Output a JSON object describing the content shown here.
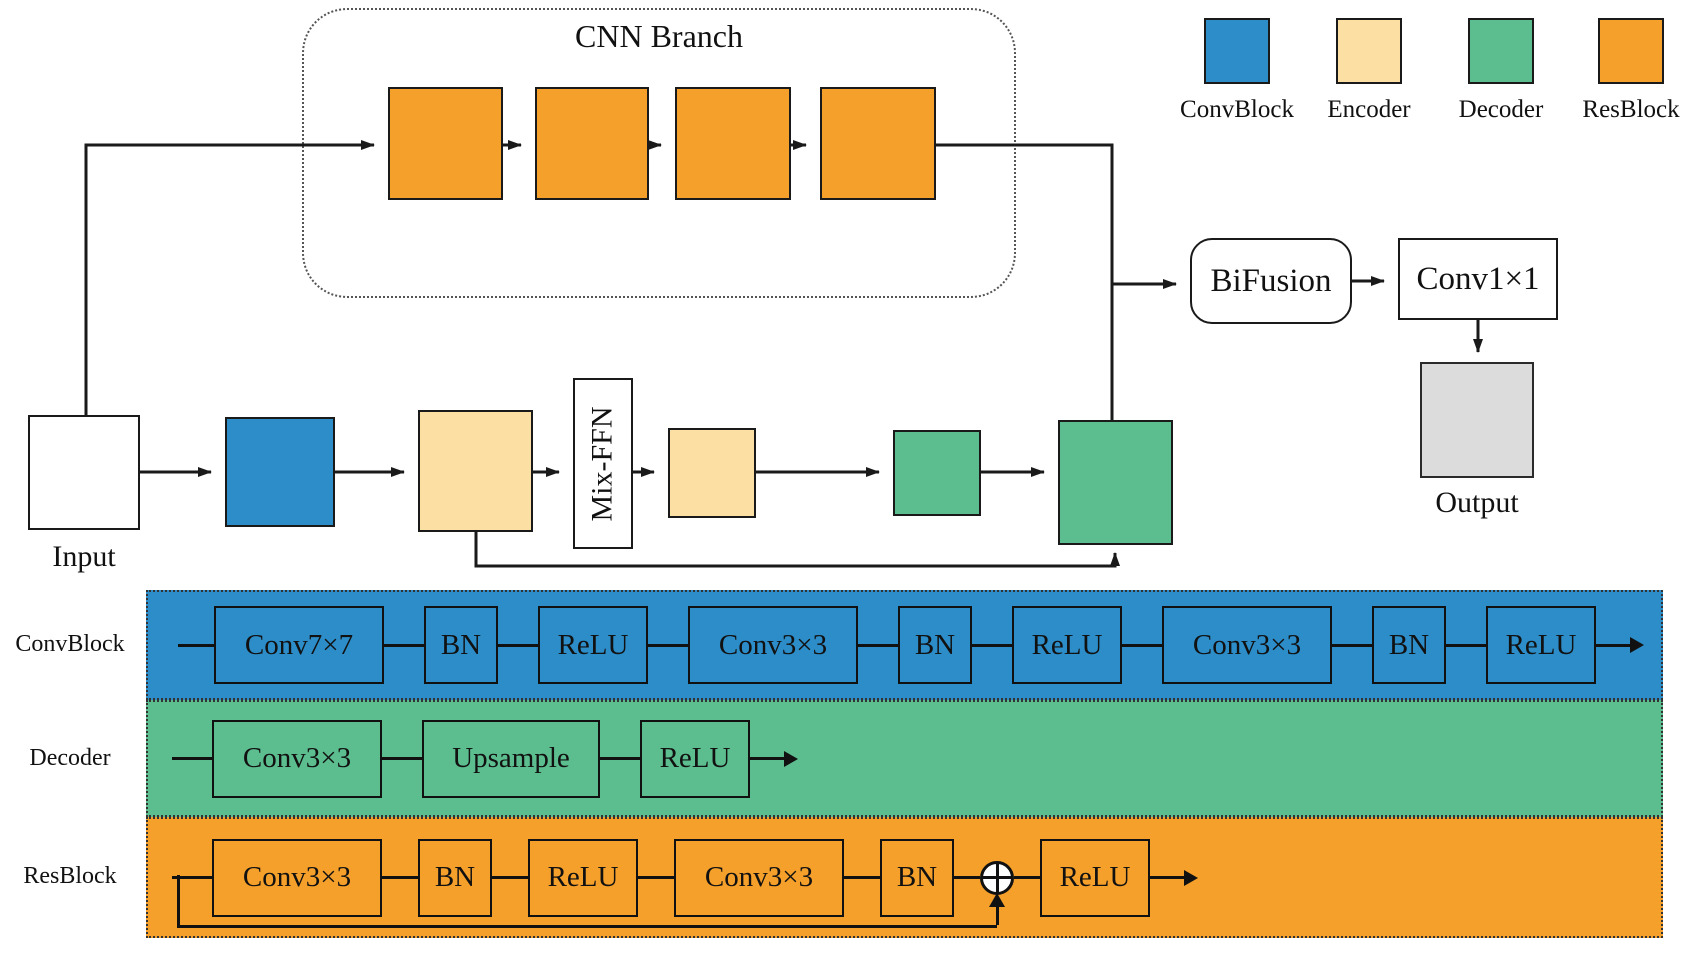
{
  "figure": {
    "type": "neural-network-architecture-diagram",
    "cnn_branch": {
      "title": "CNN Branch",
      "block_count": 4,
      "block_type": "ResBlock"
    },
    "main_flow": {
      "input_label": "Input",
      "mixffn_label": "Mix-FFN",
      "bifusion_label": "BiFusion",
      "conv1x1_label": "Conv1×1",
      "output_label": "Output"
    }
  },
  "legend": {
    "items": [
      {
        "label": "ConvBlock",
        "color": "#2C8DC9"
      },
      {
        "label": "Encoder",
        "color": "#FBDFA3"
      },
      {
        "label": "Decoder",
        "color": "#5CBD8F"
      },
      {
        "label": "ResBlock",
        "color": "#F5A02B"
      }
    ]
  },
  "bands": {
    "convblock": {
      "label": "ConvBlock",
      "color": "#2C8DC9",
      "boxes": [
        "Conv7×7",
        "BN",
        "ReLU",
        "Conv3×3",
        "BN",
        "ReLU",
        "Conv3×3",
        "BN",
        "ReLU"
      ]
    },
    "decoder": {
      "label": "Decoder",
      "color": "#5CBD8F",
      "boxes": [
        "Conv3×3",
        "Upsample",
        "ReLU"
      ]
    },
    "resblock": {
      "label": "ResBlock",
      "color": "#F5A02C",
      "boxes_pre": [
        "Conv3×3",
        "BN",
        "ReLU",
        "Conv3×3",
        "BN"
      ],
      "add_symbol": "⊕",
      "boxes_post": [
        "ReLU"
      ]
    }
  },
  "colors": {
    "convblock_blue": "#2C8DC9",
    "encoder_peach": "#FBDFA3",
    "decoder_green": "#5CBD8F",
    "resblock_orange": "#F5A02B",
    "output_gray": "#DCDCDC",
    "line_black": "#1a1a1a"
  }
}
